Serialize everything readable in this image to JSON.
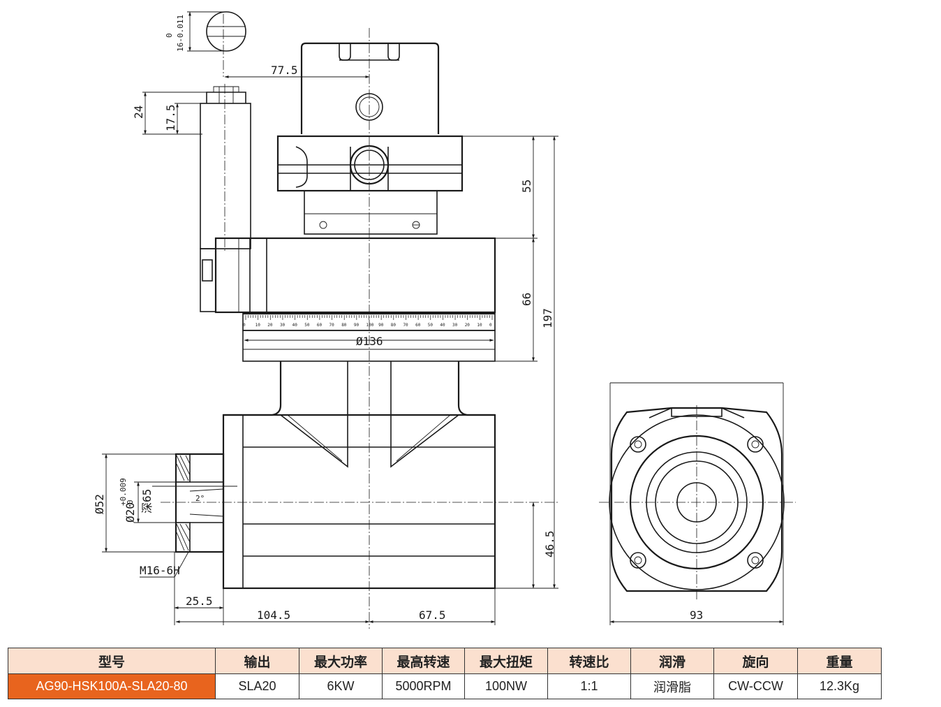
{
  "drawing": {
    "dimensions": {
      "shaft_tolerance_upper": "0",
      "shaft_tolerance_lower": "16-0.011",
      "d_77_5": "77.5",
      "d_24": "24",
      "d_17_5": "17.5",
      "d_55": "55",
      "d_66": "66",
      "d_197": "197",
      "d_136": "Ø136",
      "d_52": "Ø52",
      "d_20": "Ø20",
      "d_20_tol_upper": "+0.009",
      "d_20_tol_lower": "0",
      "depth": "深65",
      "angle": "2°",
      "thread": "M16-6H",
      "d_46_5": "46.5",
      "d_25_5": "25.5",
      "d_104_5": "104.5",
      "d_67_5": "67.5",
      "d_93": "93"
    },
    "scale_marks": [
      "0",
      "10",
      "20",
      "30",
      "40",
      "50",
      "60",
      "70",
      "80",
      "90",
      "100",
      "90",
      "80",
      "70",
      "60",
      "50",
      "40",
      "30",
      "20",
      "10",
      "0"
    ]
  },
  "table": {
    "headers": [
      "型号",
      "输出",
      "最大功率",
      "最高转速",
      "最大扭矩",
      "转速比",
      "润滑",
      "旋向",
      "重量"
    ],
    "row": [
      "AG90-HSK100A-SLA20-80",
      "SLA20",
      "6KW",
      "5000RPM",
      "100NW",
      "1:1",
      "润滑脂",
      "CW-CCW",
      "12.3Kg"
    ]
  }
}
